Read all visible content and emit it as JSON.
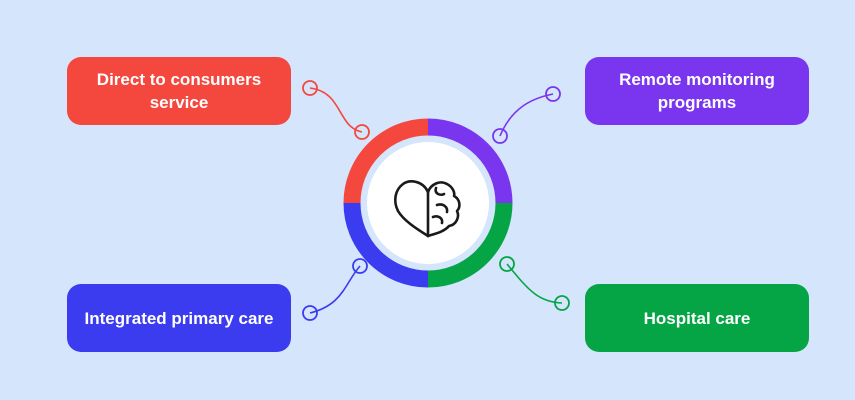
{
  "colors": {
    "background": "#d4e5fc",
    "red": "#f4473d",
    "purple": "#7a35ee",
    "blue": "#3b3cf0",
    "green": "#05a546",
    "center_fill": "#ffffff",
    "icon_stroke": "#1a1a1a"
  },
  "center": {
    "icon": "heart-brain-icon"
  },
  "items": [
    {
      "label": "Direct to consumers service",
      "color": "#f4473d"
    },
    {
      "label": "Remote monitoring programs",
      "color": "#7a35ee"
    },
    {
      "label": "Integrated primary care",
      "color": "#3b3cf0"
    },
    {
      "label": "Hospital care",
      "color": "#05a546"
    }
  ]
}
